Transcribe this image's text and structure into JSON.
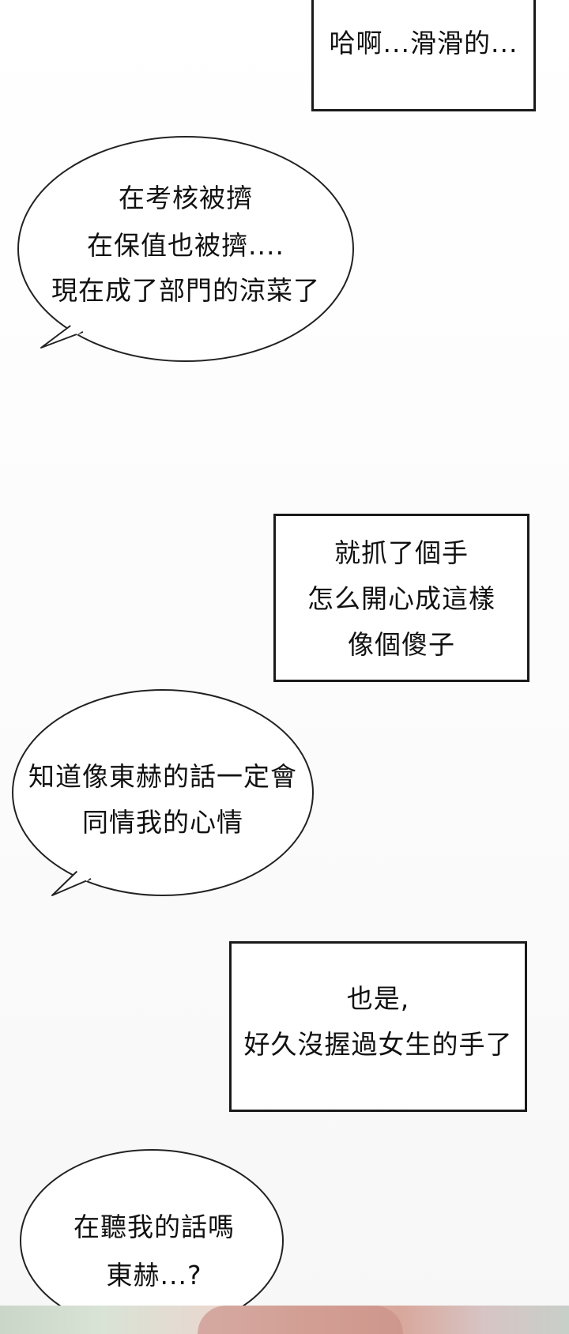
{
  "captions": [
    {
      "lines": [
        "哈啊...滑滑的..."
      ]
    },
    {
      "lines": [
        "就抓了個手",
        "怎么開心成這樣",
        "像個傻子"
      ]
    },
    {
      "lines": [
        "也是,",
        "好久沒握過女生的手了"
      ]
    }
  ],
  "bubbles": [
    {
      "lines": [
        "在考核被擠",
        "在保值也被擠....",
        "現在成了部門的涼菜了"
      ]
    },
    {
      "lines": [
        "知道像東赫的話一定會",
        "同情我的心情"
      ]
    },
    {
      "lines": [
        "在聽我的話嗎",
        "東赫...?"
      ]
    }
  ]
}
